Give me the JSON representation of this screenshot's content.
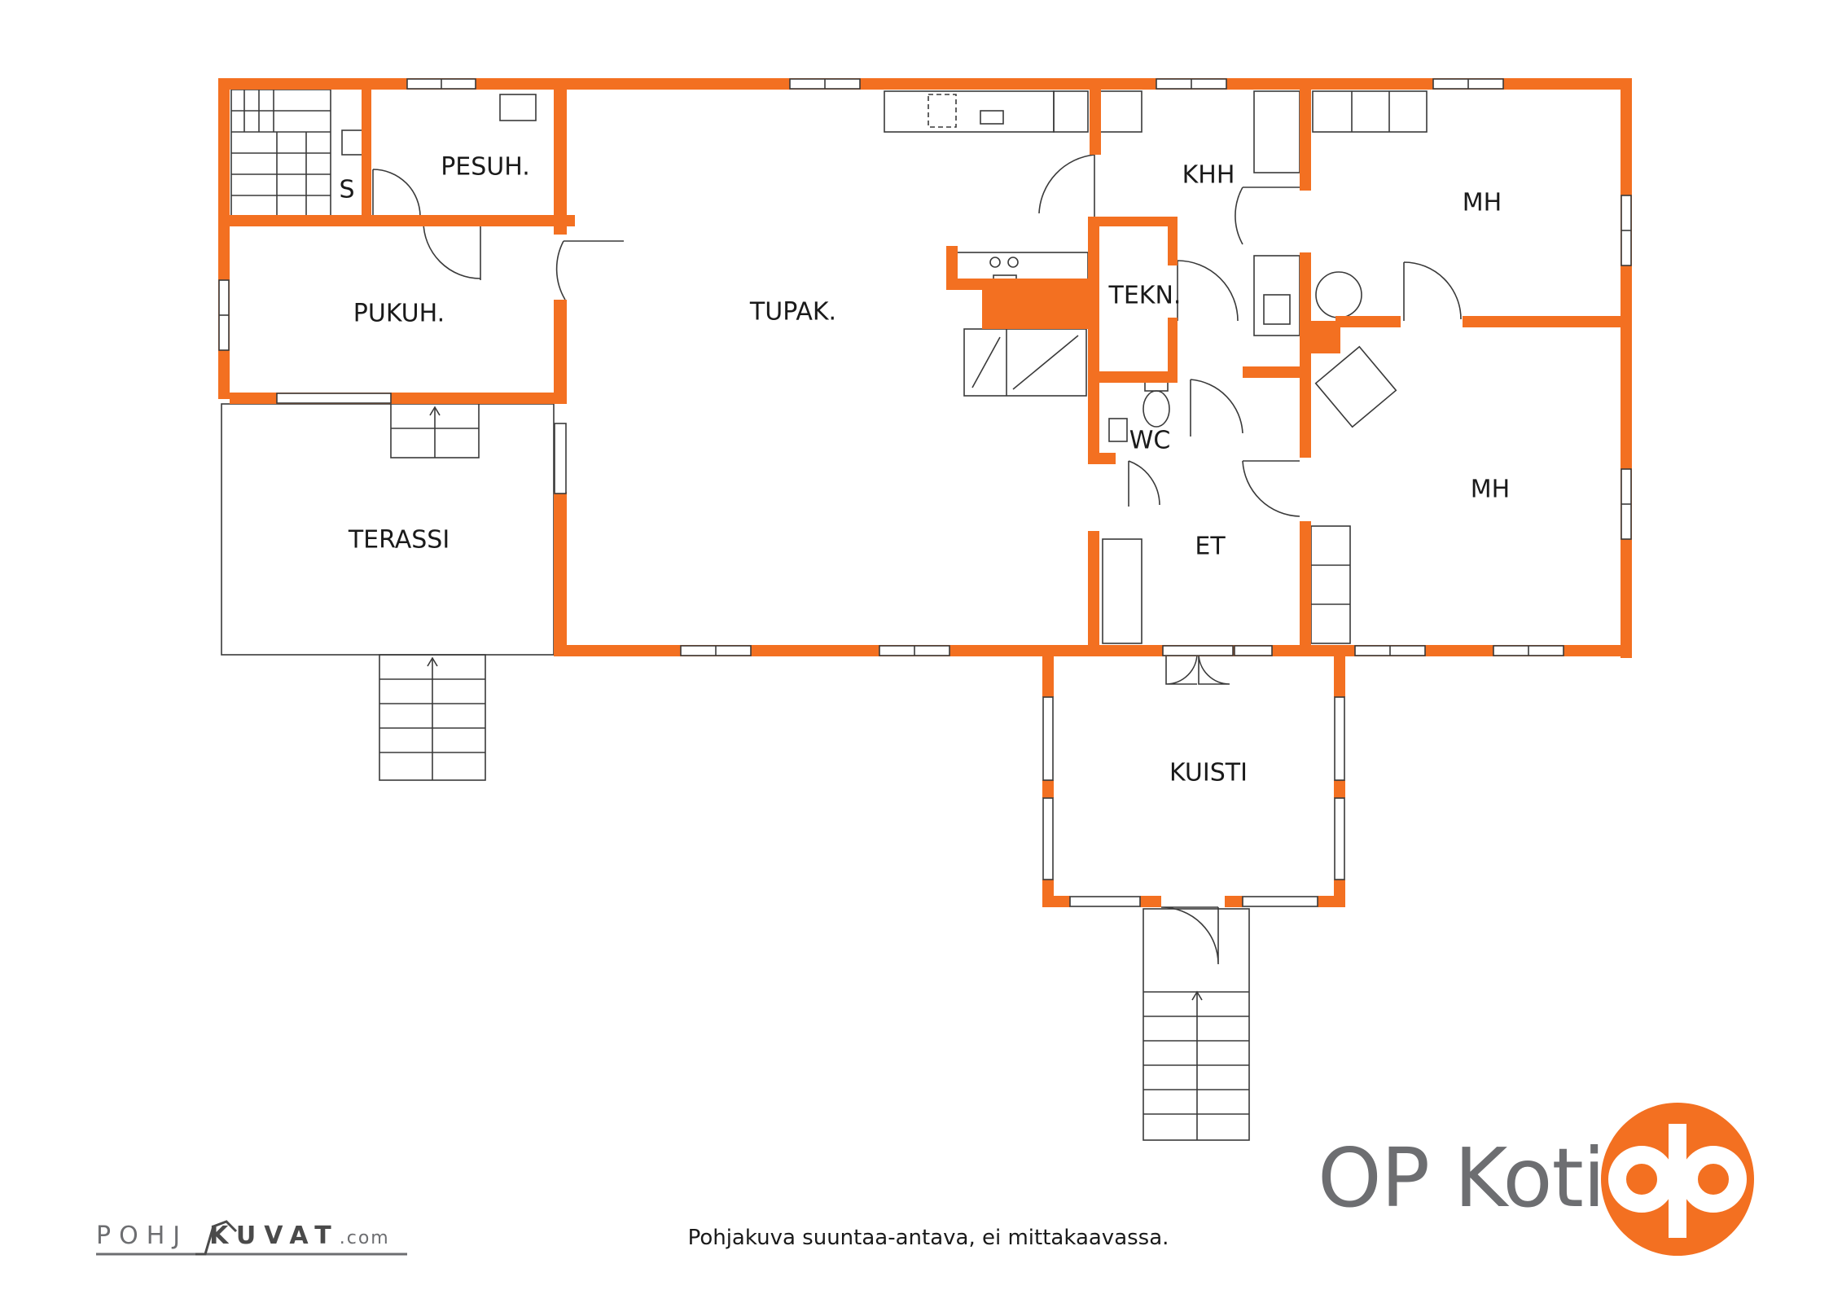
{
  "rooms": {
    "s": "S",
    "pesuh": "PESUH.",
    "pukuh": "PUKUH.",
    "terassi": "TERASSI",
    "tupak": "TUPAK.",
    "khh": "KHH",
    "tekn": "TEKN.",
    "wc": "WC",
    "et": "ET",
    "mh1": "MH",
    "mh2": "MH",
    "kuisti": "KUISTI"
  },
  "brand": {
    "name": "OP Koti"
  },
  "footer": {
    "disclaimer": "Pohjakuva suuntaa-antava, ei mittakaavassa.",
    "logo_left": "POHJ",
    "logo_right": "KUVAT",
    "logo_suffix": ".com"
  },
  "colors": {
    "wall": "#f37021",
    "brand_gray": "#6d6e71",
    "line": "#3a3a3a"
  }
}
